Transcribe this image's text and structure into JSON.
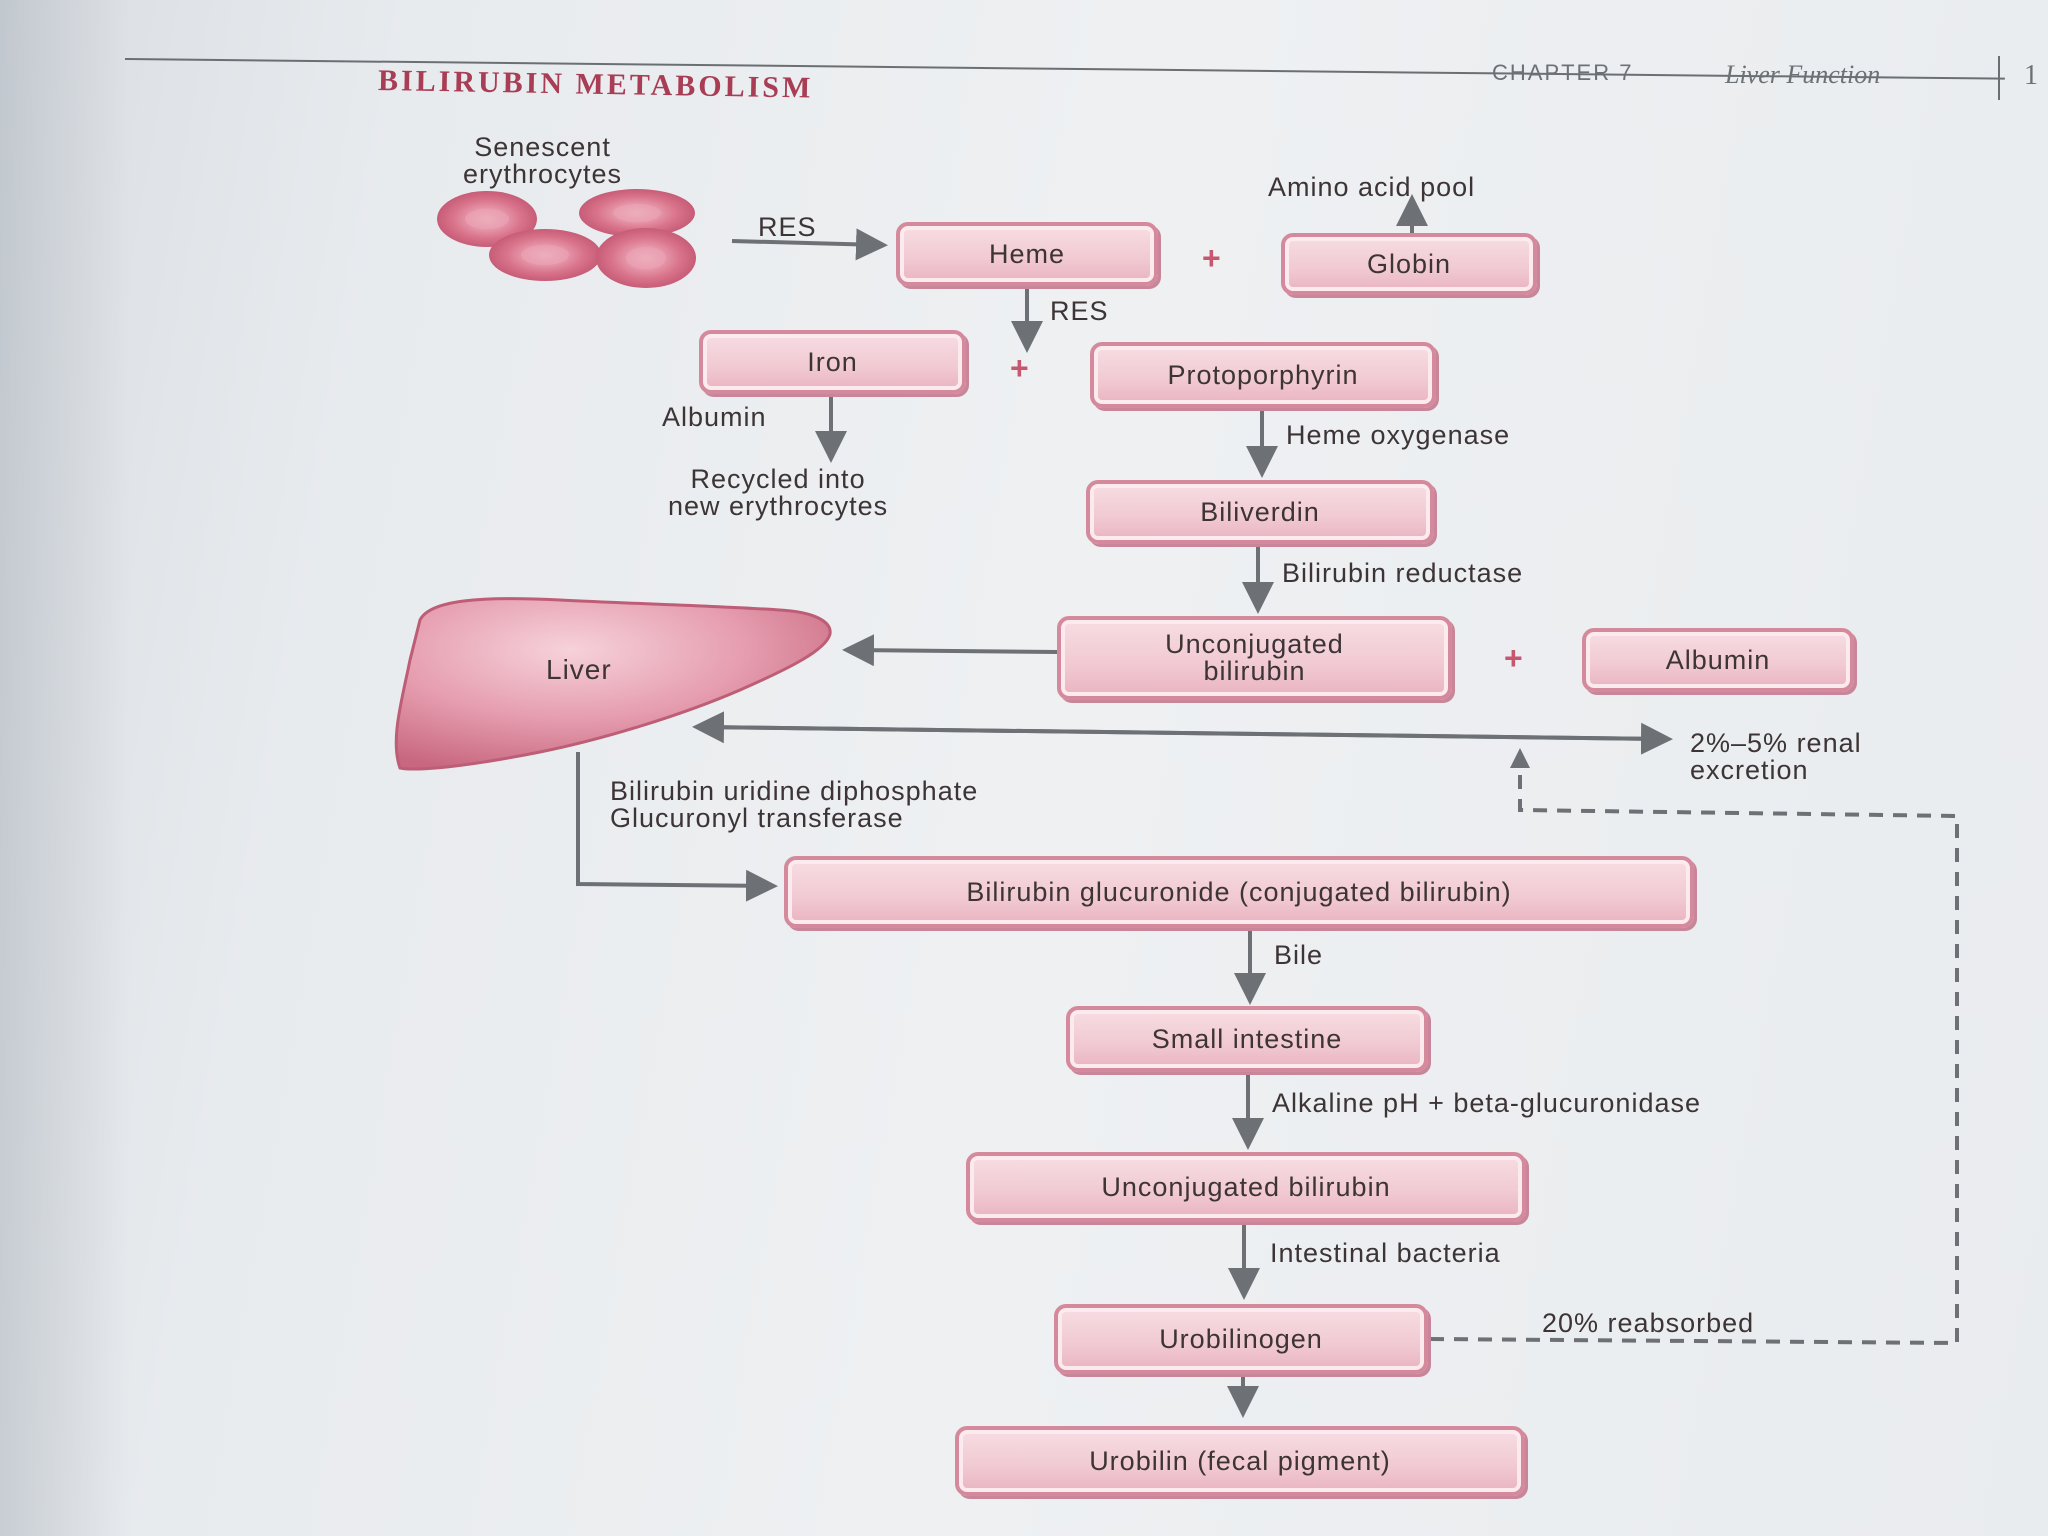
{
  "header": {
    "section_title": "BILIRUBIN METABOLISM",
    "chapter": "CHAPTER 7",
    "chapter_title": "Liver Function",
    "page_number": "1"
  },
  "diagram": {
    "senescent": "Senescent\nerythrocytes",
    "res_1": "RES",
    "res_2": "RES",
    "heme": "Heme",
    "globin": "Globin",
    "amino_acid_pool": "Amino acid pool",
    "iron": "Iron",
    "protoporphyrin": "Protoporphyrin",
    "albumin_label": "Albumin",
    "recycled": "Recycled into\nnew erythrocytes",
    "heme_oxygenase": "Heme oxygenase",
    "biliverdin": "Biliverdin",
    "bilirubin_reductase": "Bilirubin reductase",
    "liver": "Liver",
    "unconjugated_1": "Unconjugated\nbilirubin",
    "albumin_box": "Albumin",
    "renal": "2%–5% renal\nexcretion",
    "transferase": "Bilirubin uridine diphosphate\nGlucuronyl transferase",
    "glucuronide": "Bilirubin glucuronide (conjugated bilirubin)",
    "bile": "Bile",
    "small_intestine": "Small intestine",
    "alkaline": "Alkaline pH + beta-glucuronidase",
    "unconjugated_2": "Unconjugated bilirubin",
    "intestinal_bacteria": "Intestinal bacteria",
    "urobilinogen": "Urobilinogen",
    "reabsorbed": "20% reabsorbed",
    "urobilin": "Urobilin (fecal pigment)",
    "plus": "+"
  },
  "colors": {
    "title": "#a83d55",
    "box_fill": "#f1c9d2",
    "box_border": "#d48a9c",
    "arrow": "#6d7175",
    "plus": "#c7566f",
    "liver": "#d9889a"
  }
}
